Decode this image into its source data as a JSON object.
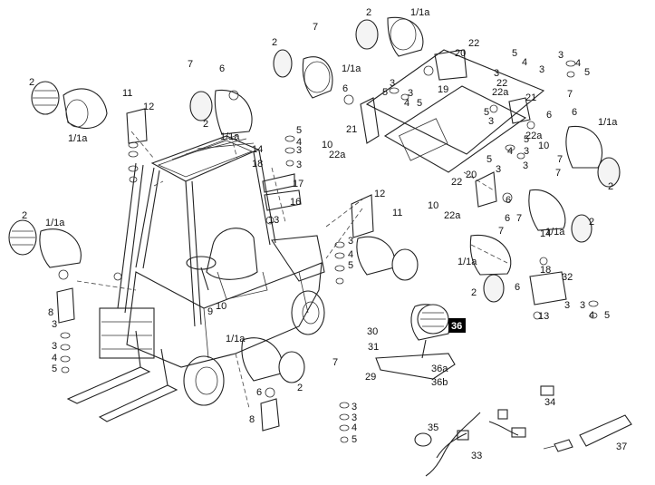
{
  "diagram": {
    "highlighted_part": "36",
    "callouts": [
      "2",
      "1/1a",
      "7",
      "2",
      "1/1a",
      "7",
      "6",
      "22",
      "20",
      "3",
      "5",
      "3",
      "4",
      "5",
      "3",
      "5",
      "4",
      "3",
      "2",
      "1/1a",
      "6",
      "19",
      "22a",
      "21",
      "11",
      "12",
      "22",
      "5",
      "3",
      "7",
      "6",
      "1/1a",
      "1/1a",
      "2",
      "6",
      "5",
      "4",
      "3",
      "5",
      "14",
      "18",
      "3",
      "3",
      "4",
      "5",
      "22a",
      "10",
      "21",
      "10",
      "22a",
      "22",
      "20",
      "6",
      "5",
      "4",
      "3",
      "3",
      "3",
      "7",
      "17",
      "16",
      "13",
      "12",
      "11",
      "10",
      "22a",
      "7",
      "2",
      "2",
      "1/1a",
      "6",
      "1/1a",
      "2",
      "7",
      "14",
      "18",
      "1/1a",
      "32",
      "7",
      "8",
      "3",
      "3",
      "4",
      "5",
      "13",
      "9",
      "10",
      "2",
      "6",
      "3",
      "4",
      "5",
      "3",
      "3",
      "4",
      "5",
      "30",
      "31",
      "36",
      "29",
      "36a",
      "36b",
      "1/1a",
      "2",
      "7",
      "6",
      "8",
      "3",
      "3",
      "4",
      "5",
      "34",
      "35",
      "33",
      "37"
    ]
  }
}
